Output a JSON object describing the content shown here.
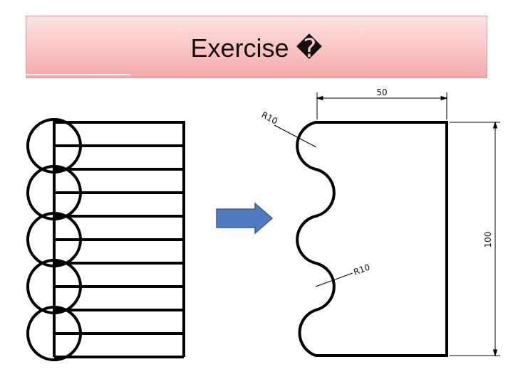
{
  "slide": {
    "title": "Exercise �"
  },
  "drawing": {
    "dim_width": "50",
    "dim_height": "100",
    "radius_top": "R10",
    "radius_bottom": "R10"
  },
  "icons": [
    "arrow-right-icon"
  ],
  "colors": {
    "banner_top": "#fde4e4",
    "banner_bottom": "#f5a9a9",
    "arrow_fill": "#4f7bc0",
    "line": "#000000"
  }
}
